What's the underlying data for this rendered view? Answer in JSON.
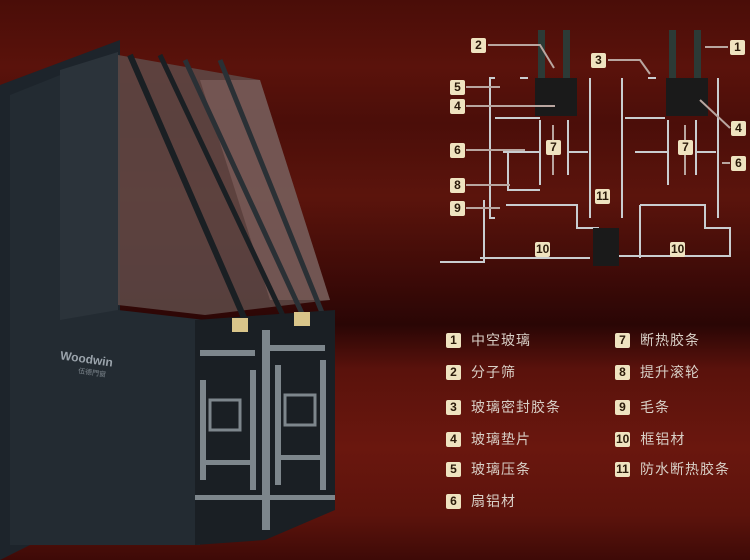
{
  "brand": {
    "logo": "Woodwin",
    "logo_sub": "伍德門窗"
  },
  "diagram_labels": [
    "2",
    "1",
    "3",
    "5",
    "4",
    "4",
    "6",
    "6",
    "7",
    "7",
    "8",
    "9",
    "11",
    "10",
    "10"
  ],
  "legend": [
    {
      "num": "1",
      "text": "中空玻璃"
    },
    {
      "num": "2",
      "text": "分子筛"
    },
    {
      "num": "3",
      "text": "玻璃密封胶条"
    },
    {
      "num": "4",
      "text": "玻璃垫片"
    },
    {
      "num": "5",
      "text": "玻璃压条"
    },
    {
      "num": "6",
      "text": "扇铝材"
    },
    {
      "num": "7",
      "text": "断热胶条"
    },
    {
      "num": "8",
      "text": "提升滚轮"
    },
    {
      "num": "9",
      "text": "毛条"
    },
    {
      "num": "10",
      "text": "框铝材"
    },
    {
      "num": "11",
      "text": "防水断热胶条"
    }
  ]
}
